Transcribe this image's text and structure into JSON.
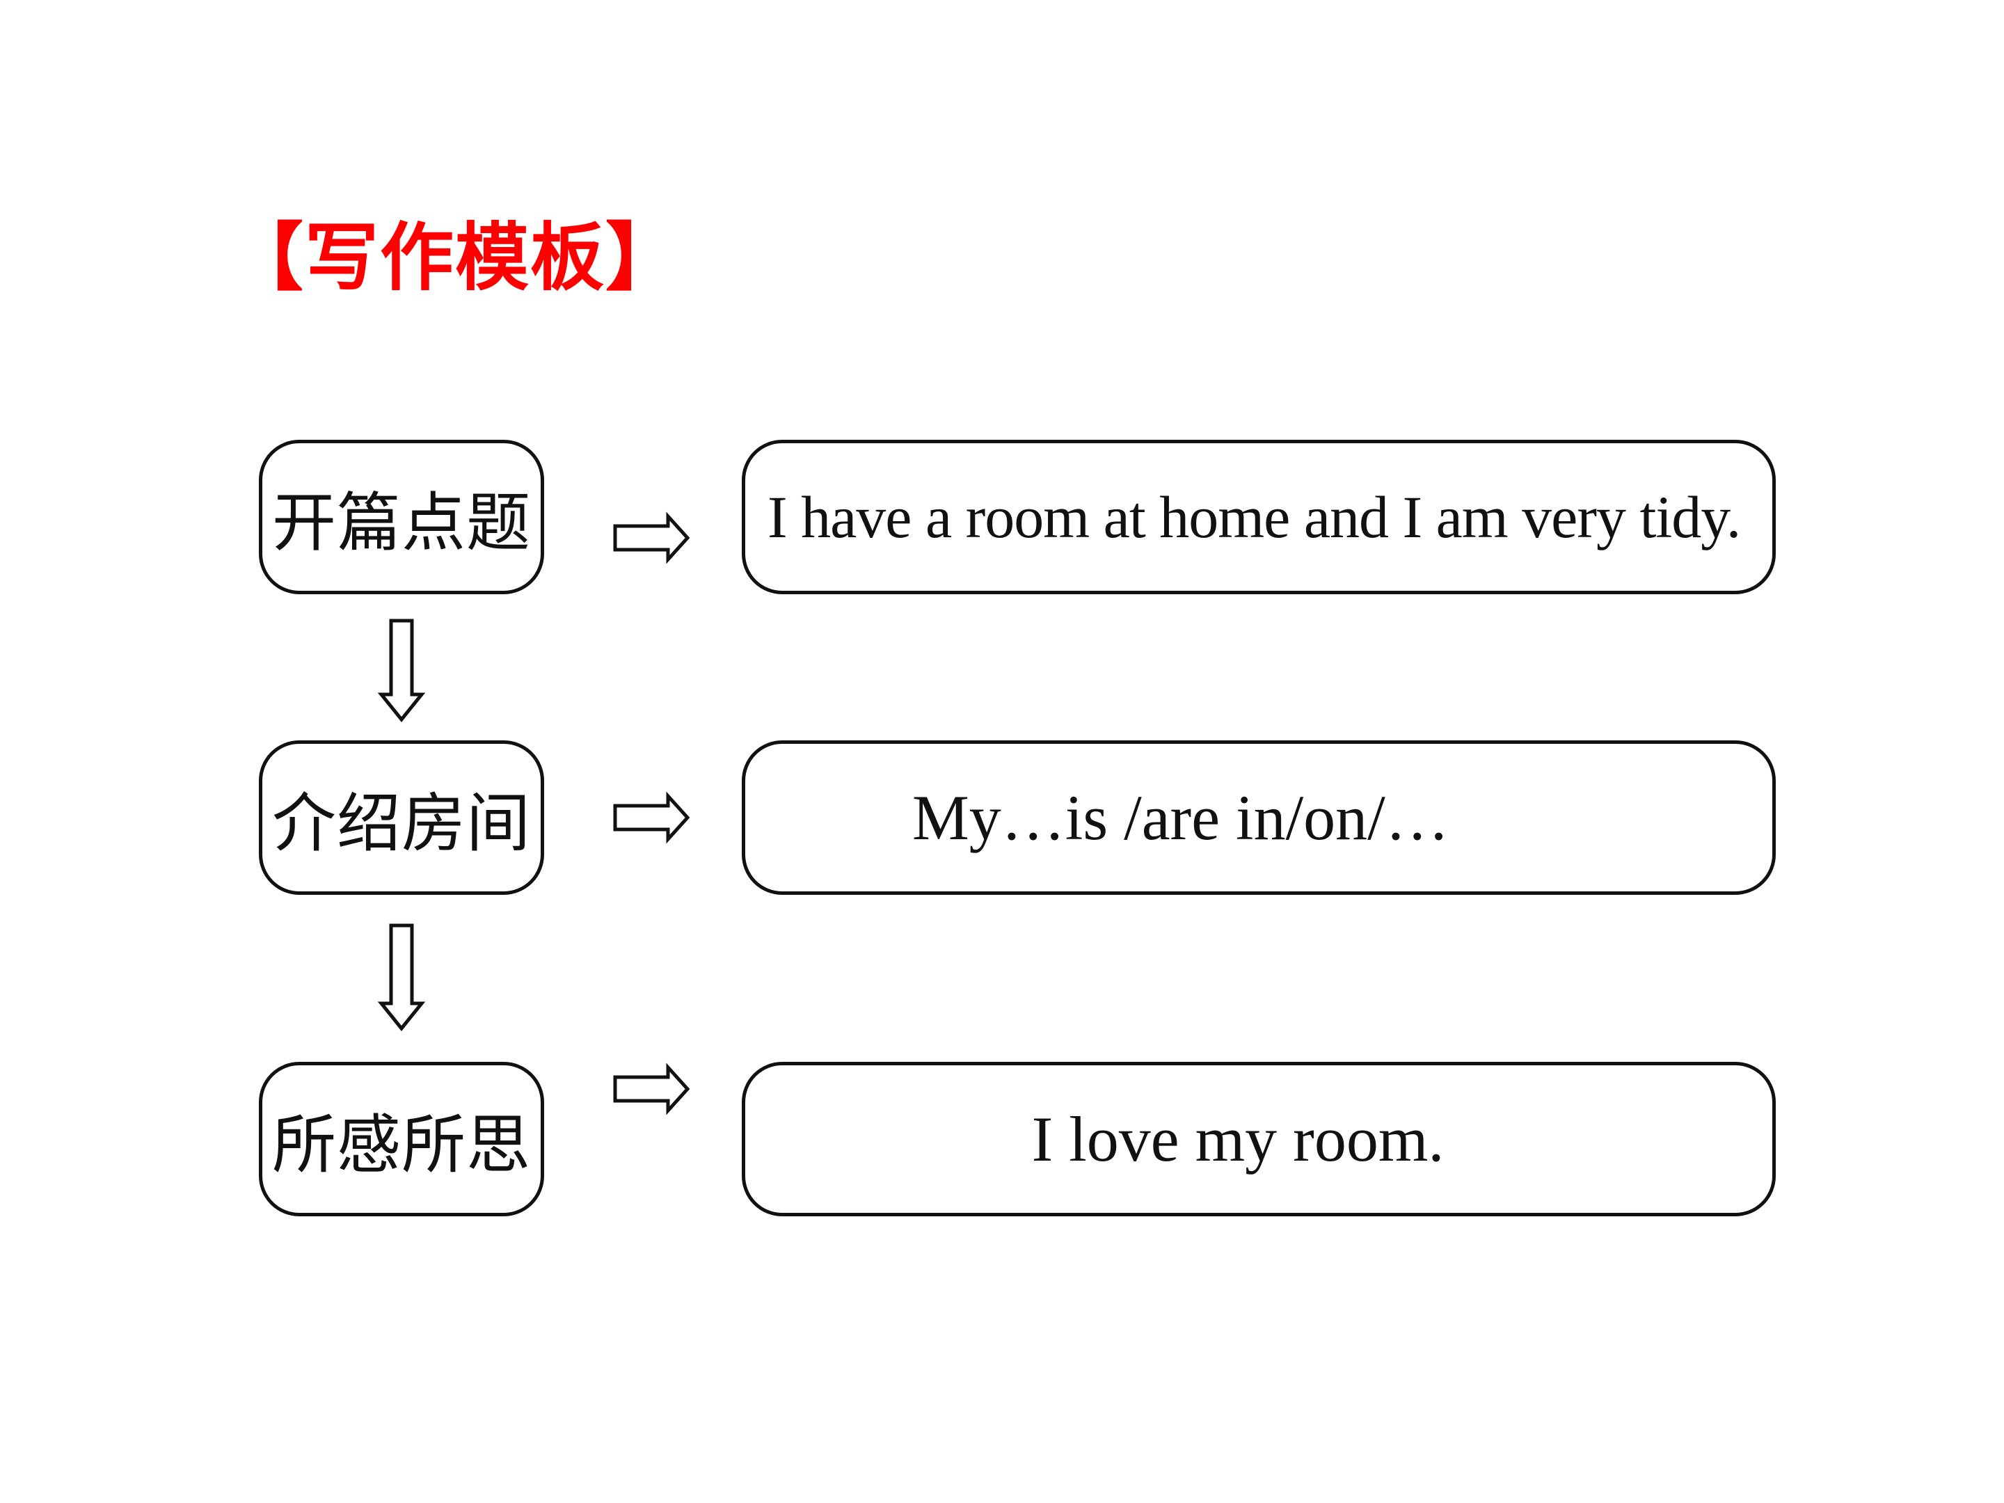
{
  "title": "【写作模板】",
  "colors": {
    "title": "#ff0000",
    "stroke": "#111111",
    "background": "#ffffff"
  },
  "steps": [
    {
      "label": "开篇点题",
      "content": "I have a room at home and I am very tidy."
    },
    {
      "label": "介绍房间",
      "content": "My…is /are in/on/…"
    },
    {
      "label": "所感所思",
      "content": "I love my room."
    }
  ]
}
